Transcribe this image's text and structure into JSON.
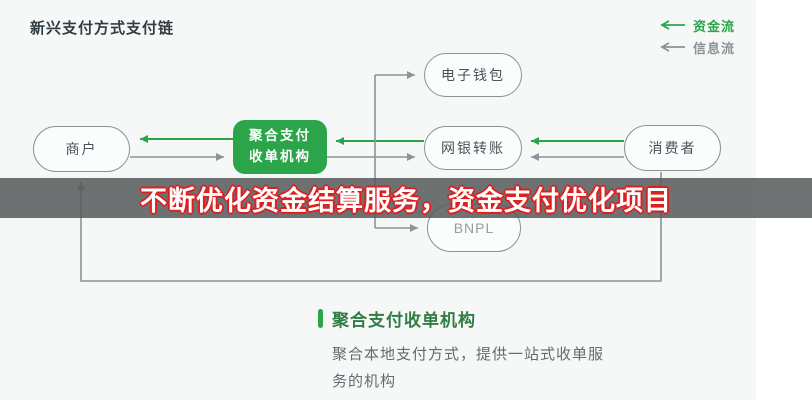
{
  "page": {
    "title": "新兴支付方式支付链"
  },
  "legend": {
    "capital_flow_label": "资金流",
    "info_flow_label": "信息流"
  },
  "diagram": {
    "merchant": "商户",
    "aggregator_line1": "聚合支付",
    "aggregator_line2": "收单机构",
    "ewallet": "电子钱包",
    "online_bank_transfer": "网银转账",
    "bnpl": "BNPL",
    "consumer": "消费者"
  },
  "banner": {
    "text": "不断优化资金结算服务，资金支付优化项目"
  },
  "footer": {
    "heading": "聚合支付收单机构",
    "body_line1": "聚合本地支付方式，提供一站式收单服",
    "body_line2": "务的机构"
  },
  "colors": {
    "brand_green": "#2ca54a",
    "line_gray": "#8a949a",
    "node_border_gray": "#87939b",
    "panel_background": "#f5f8f7",
    "banner_background": "rgba(86,89,91,0.85)",
    "banner_text": "#ffffff",
    "banner_outline_red": "#dd1f1f",
    "footer_heading_green": "#2f7d44"
  }
}
